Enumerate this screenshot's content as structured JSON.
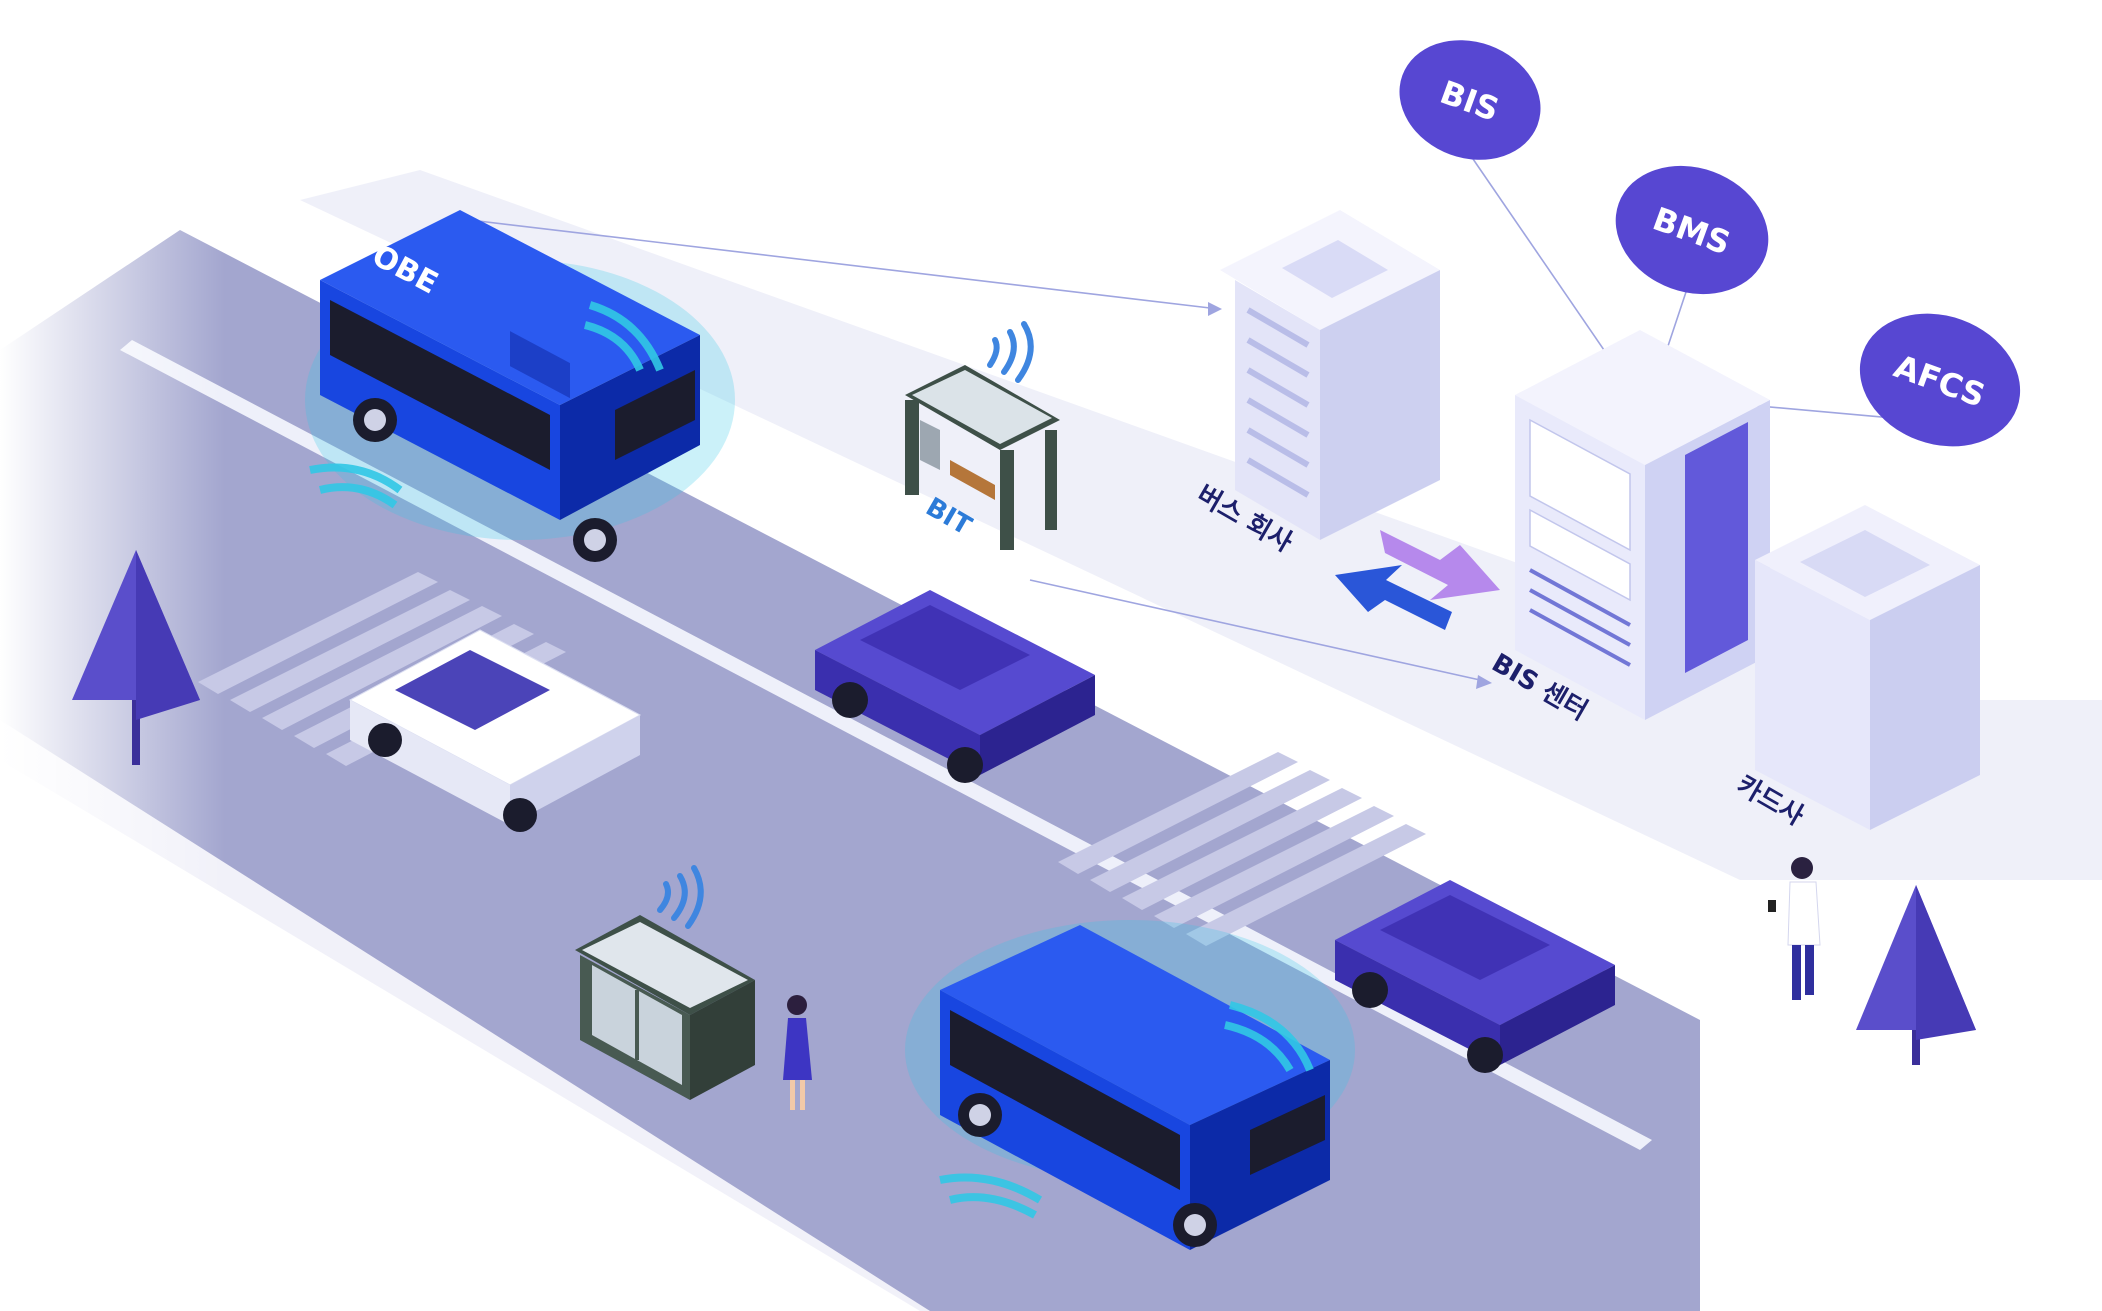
{
  "labels": {
    "obe": "OBE",
    "bit": "BIT",
    "bus_company": "버스 회사",
    "bis_center": "BIS 센터",
    "card_company": "카드사"
  },
  "bubbles": {
    "bis": "BIS",
    "bms": "BMS",
    "afcs": "AFCS"
  },
  "colors": {
    "bus": "#1846e0",
    "bus_dark": "#0c2aa8",
    "road": "#a3a6cf",
    "bubble": "#5747d2",
    "building": "#e7e8fb",
    "car": "#4a3ec4",
    "wave": "#31c8e6",
    "tree": "#5a4ecb",
    "label": "#1c1f6b",
    "bit_label": "#2c7bd8"
  }
}
